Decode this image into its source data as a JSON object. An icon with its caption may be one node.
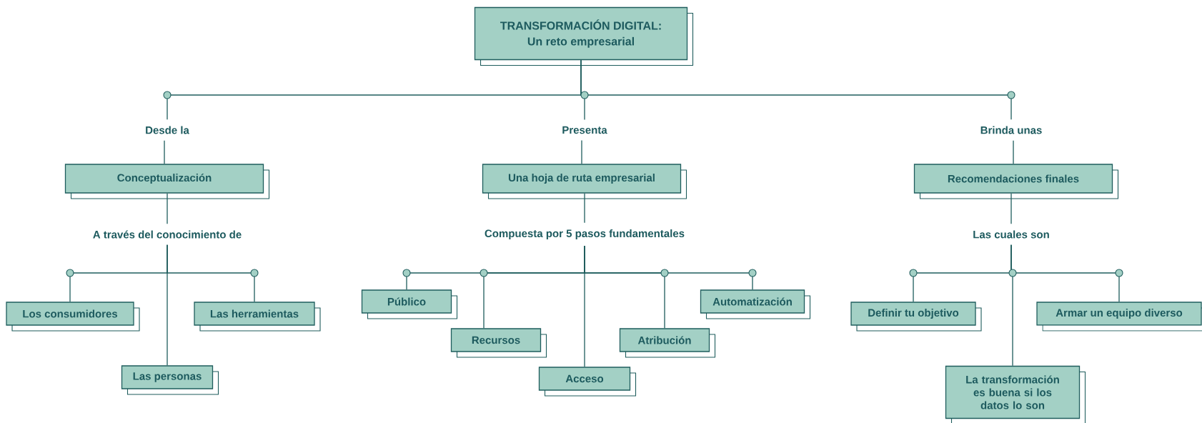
{
  "diagram": {
    "nodes": [
      {
        "text": [
          "TRANSFORMACIÓN DIGITAL:",
          "Un reto empresarial"
        ]
      },
      {
        "text": [
          "Desde la"
        ]
      },
      {
        "text": [
          "Presenta"
        ]
      },
      {
        "text": [
          "Brinda unas"
        ]
      },
      {
        "text": [
          "Conceptualización"
        ]
      },
      {
        "text": [
          "Una hoja de ruta empresarial"
        ]
      },
      {
        "text": [
          "Recomendaciones finales"
        ]
      },
      {
        "text": [
          "A través del conocimiento de"
        ]
      },
      {
        "text": [
          "Compuesta por 5 pasos fundamentales"
        ]
      },
      {
        "text": [
          "Las cuales son"
        ]
      },
      {
        "text": [
          "Los consumidores"
        ]
      },
      {
        "text": [
          "Las herramientas"
        ]
      },
      {
        "text": [
          "Las personas"
        ]
      },
      {
        "text": [
          "Público"
        ]
      },
      {
        "text": [
          "Recursos"
        ]
      },
      {
        "text": [
          "Acceso"
        ]
      },
      {
        "text": [
          "Atribución"
        ]
      },
      {
        "text": [
          "Automatización"
        ]
      },
      {
        "text": [
          "Definir tu objetivo"
        ]
      },
      {
        "text": [
          "Armar un equipo diverso"
        ]
      },
      {
        "text": [
          "La transformación es buena si los datos lo son"
        ]
      }
    ],
    "edges": [
      {
        "from": 0,
        "to": 1,
        "arrow": "none"
      },
      {
        "from": 0,
        "to": 2,
        "arrow": "none"
      },
      {
        "from": 0,
        "to": 3,
        "arrow": "none"
      },
      {
        "from": 1,
        "to": 4,
        "arrow": "none"
      },
      {
        "from": 2,
        "to": 5,
        "arrow": "none"
      },
      {
        "from": 3,
        "to": 6,
        "arrow": "none"
      },
      {
        "from": 4,
        "to": 7,
        "arrow": "none"
      },
      {
        "from": 5,
        "to": 8,
        "arrow": "none"
      },
      {
        "from": 6,
        "to": 9,
        "arrow": "none"
      },
      {
        "from": 7,
        "to": 10,
        "arrow": "none"
      },
      {
        "from": 7,
        "to": 11,
        "arrow": "none"
      },
      {
        "from": 7,
        "to": 12,
        "arrow": "none"
      },
      {
        "from": 8,
        "to": 13,
        "arrow": "none"
      },
      {
        "from": 8,
        "to": 14,
        "arrow": "none"
      },
      {
        "from": 8,
        "to": 15,
        "arrow": "none"
      },
      {
        "from": 8,
        "to": 16,
        "arrow": "none"
      },
      {
        "from": 8,
        "to": 17,
        "arrow": "none"
      },
      {
        "from": 9,
        "to": 18,
        "arrow": "none"
      },
      {
        "from": 9,
        "to": 19,
        "arrow": "none"
      },
      {
        "from": 9,
        "to": 20,
        "arrow": "none"
      }
    ]
  }
}
